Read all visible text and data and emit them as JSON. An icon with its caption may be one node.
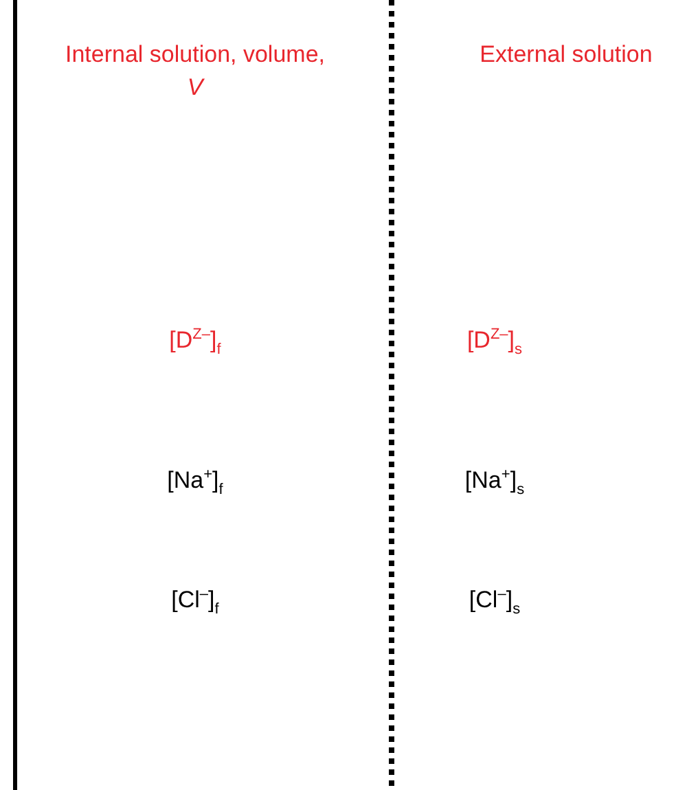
{
  "diagram": {
    "labels": [
      "Internal solution, volume, *V*",
      "External solution",
      "[D$^{Z–}$]$_{f}$",
      "[D$^{Z–}$]$_{s}$",
      "[Na$^{+}$]$_{f}$",
      "[Na$^{+}$]$_{s}$",
      "[Cl$^{–}$]$_{f}$",
      "[Cl$^{–}$]$_{s}$"
    ]
  }
}
